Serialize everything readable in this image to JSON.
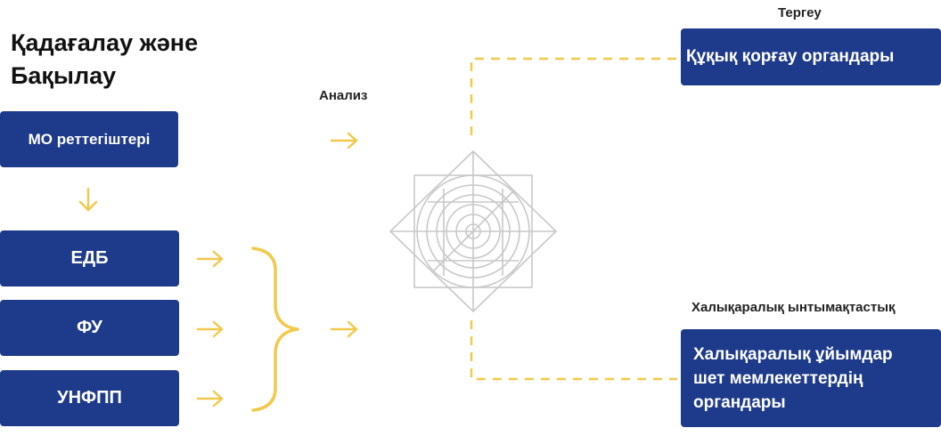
{
  "title": "Қадағалау және Бақылау",
  "labels": {
    "analysis": "Анализ",
    "investigation": "Тергеу",
    "intl_cooperation": "Халықаралық ынтымақтастық"
  },
  "boxes": {
    "mo": "МО реттегіштері",
    "edb": "ЕДБ",
    "fu": "ФУ",
    "unfpp": "УНФПП",
    "law_enforcement": "Құқық қорғау органдары",
    "intl_orgs": "Халықаралық ұйымдар шет мемлекеттердің органдары"
  },
  "colors": {
    "box_fill": "#1e3a8a",
    "arrow": "#f2c94c",
    "emblem": "#c8c8c8"
  },
  "icons": {
    "emblem": "geometric-star-emblem-icon"
  }
}
